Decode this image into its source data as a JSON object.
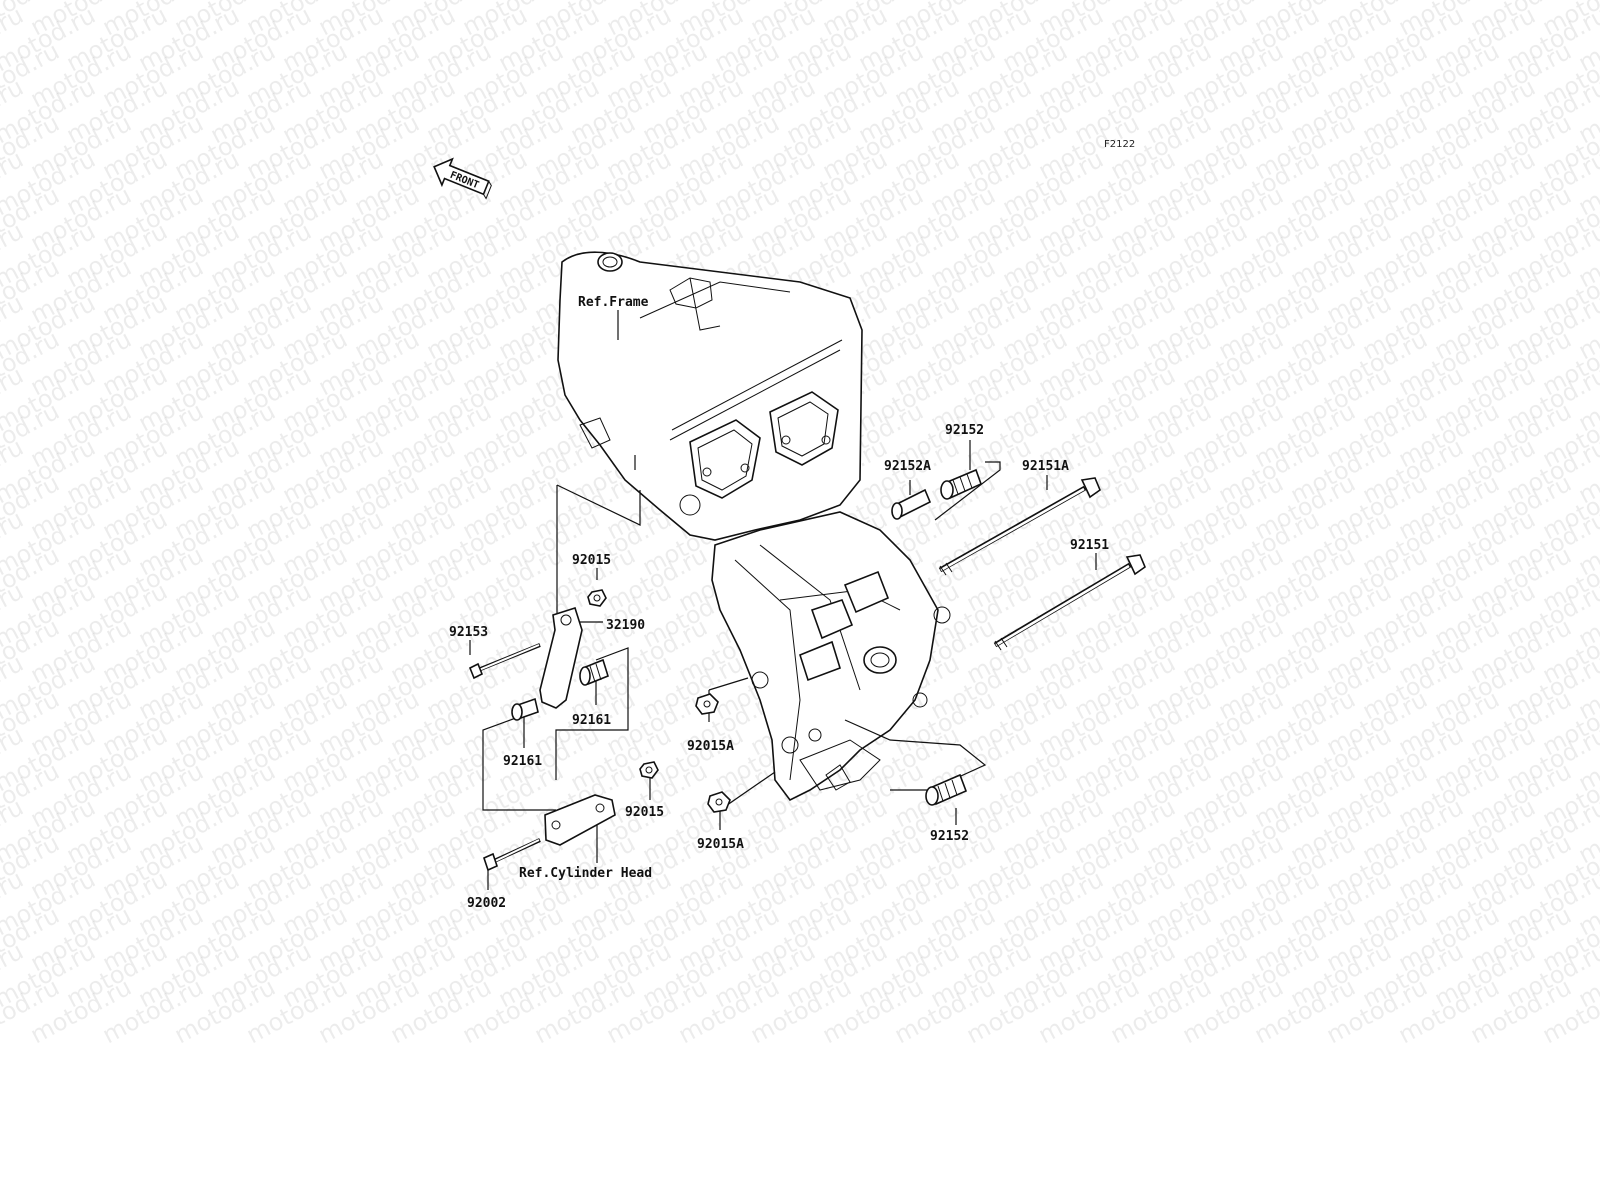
{
  "watermark": {
    "text": "motod.ru"
  },
  "figure_code": "F2122",
  "front_arrow": {
    "label": "FRONT"
  },
  "refs": {
    "frame": "Ref.Frame",
    "cylinder_head": "Ref.Cylinder Head"
  },
  "parts": {
    "p92152_top": "92152",
    "p92152a": "92152A",
    "p92151a": "92151A",
    "p92151": "92151",
    "p92015_top": "92015",
    "p32190": "32190",
    "p92153": "92153",
    "p92161_right": "92161",
    "p92161_left": "92161",
    "p92015a_upper": "92015A",
    "p92015_lower": "92015",
    "p92015a_lower": "92015A",
    "p92152_bottom": "92152",
    "p92002": "92002"
  }
}
